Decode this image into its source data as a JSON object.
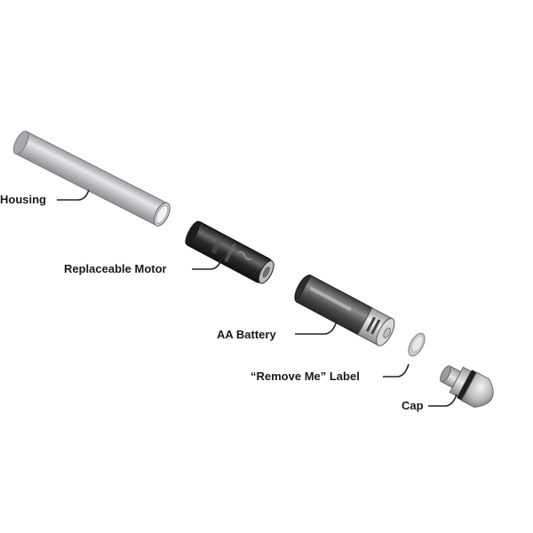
{
  "diagram": {
    "labels": {
      "housing": "Housing",
      "motor": "Replaceable Motor",
      "battery": "AA Battery",
      "remove_label": "“Remove Me” Label",
      "cap": "Cap"
    },
    "colors": {
      "housing": "#b9bbbe",
      "motor": "#2a2a2a",
      "battery_body": "#555555",
      "battery_end": "#cfcfcf",
      "cap": "#bdbdbd",
      "cap_ring": "#1e1e1e",
      "label_text": "#1a1a1a"
    }
  }
}
